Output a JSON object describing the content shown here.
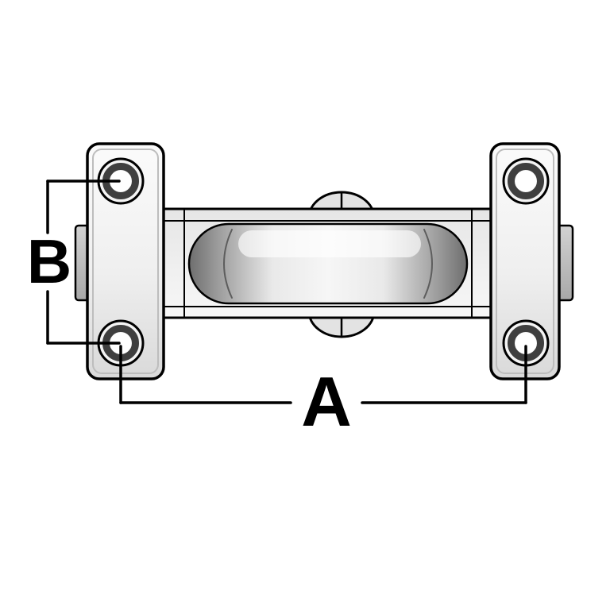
{
  "figure": {
    "type": "technical-dimension-drawing",
    "subject": "barrel-bolt-pulley-bracket-top-view",
    "labels": {
      "dimension_a": "A",
      "dimension_b": "B"
    },
    "colors": {
      "background": "#ffffff",
      "outline": "#000000",
      "plate_fill_light": "#fafafa",
      "plate_fill_dark": "#d9d9d9",
      "hole_ring": "#3f3f3f",
      "roller_dark": "#6e6e6e",
      "roller_light": "#f6f6f6",
      "tab_fill": "#c6c6c6"
    }
  }
}
